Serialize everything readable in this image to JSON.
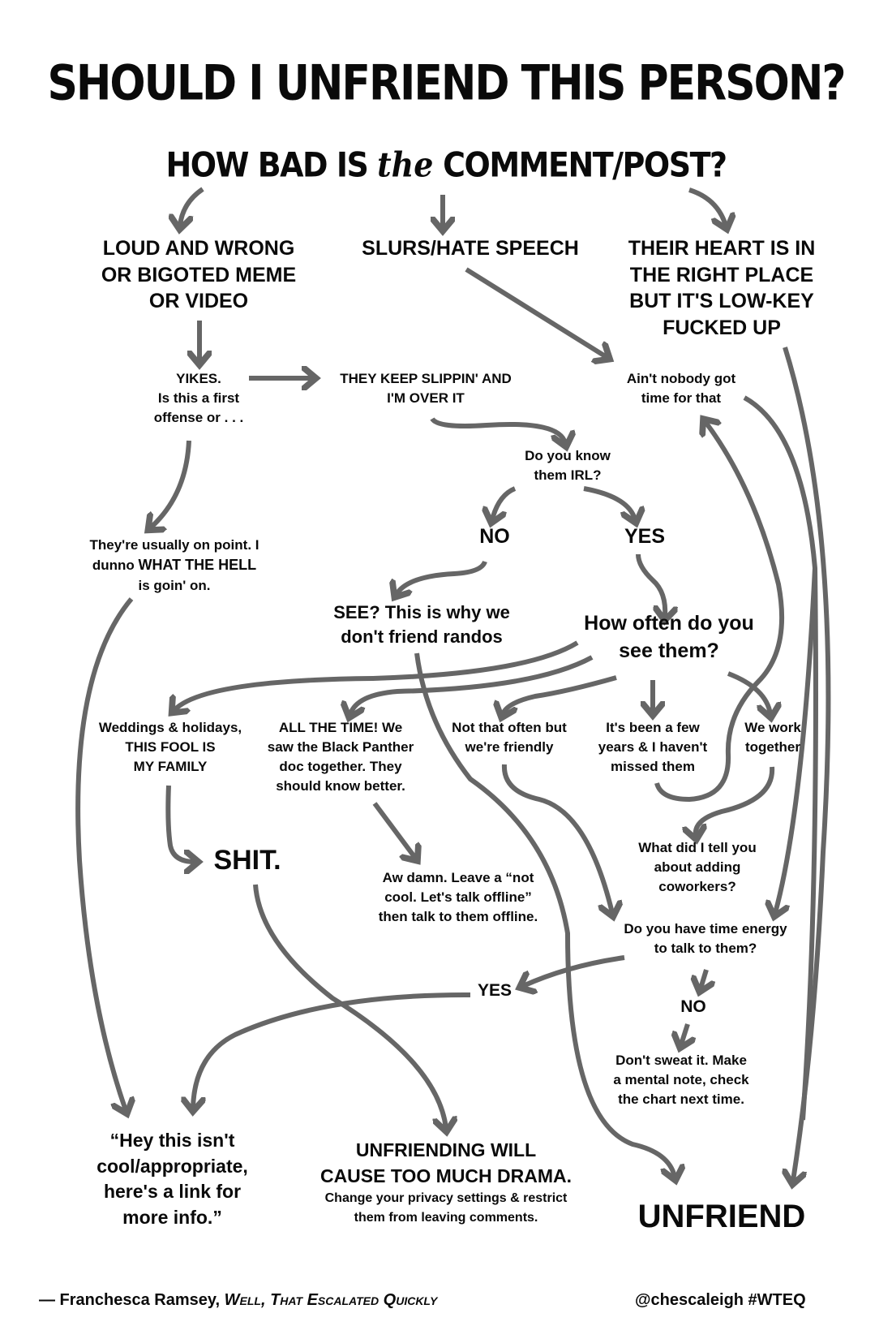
{
  "title": "SHOULD I UNFRIEND THIS PERSON?",
  "question": {
    "before": "HOW BAD IS ",
    "the": "the",
    "after": " COMMENT/POST?"
  },
  "colors": {
    "arrow": "#666666",
    "text": "#0a0a0a",
    "background": "#ffffff"
  },
  "nodes": {
    "loud_wrong": [
      "LOUD AND WRONG",
      "OR BIGOTED MEME",
      "OR VIDEO"
    ],
    "slurs": "SLURS/HATE SPEECH",
    "heart_right": [
      "THEIR HEART IS IN",
      "THE RIGHT PLACE",
      "BUT IT'S LOW-KEY",
      "FUCKED UP"
    ],
    "yikes": {
      "head": "YIKES.",
      "lines": [
        "Is this a first",
        "offense or . . ."
      ]
    },
    "keep_slippin": [
      "THEY KEEP SLIPPIN' AND",
      "I'M OVER IT"
    ],
    "aint_nobody": [
      "Ain't nobody got",
      "time for that"
    ],
    "know_irl": [
      "Do you know",
      "them IRL?"
    ],
    "no": "NO",
    "yes": "YES",
    "usually_on_point": {
      "line1": "They're usually on point. I",
      "line2_a": "dunno ",
      "line2_b": "WHAT THE HELL",
      "line3": "is goin' on."
    },
    "see_randos": [
      "SEE? This is why we",
      "don't friend randos"
    ],
    "how_often": [
      "How often do you",
      "see them?"
    ],
    "weddings": [
      "Weddings & holidays,",
      "THIS FOOL IS",
      "MY FAMILY"
    ],
    "all_the_time": {
      "head": "ALL THE TIME! We",
      "lines": [
        "saw the Black Panther",
        "doc together. They",
        "should know better."
      ]
    },
    "not_that_often": [
      "Not that often but",
      "we're friendly"
    ],
    "few_years": [
      "It's been a few",
      "years & I haven't",
      "missed them"
    ],
    "work_together": [
      "We work",
      "together"
    ],
    "shit": "SHIT.",
    "aw_damn": [
      "Aw damn. Leave a “not",
      "cool. Let's talk offline”",
      "then talk to them offline."
    ],
    "what_did_i_tell": [
      "What did I tell you",
      "about adding",
      "coworkers?"
    ],
    "time_energy": [
      "Do you have time energy",
      "to talk to them?"
    ],
    "yes2": "YES",
    "no2": "NO",
    "dont_sweat": [
      "Don't sweat it. Make",
      "a mental note, check",
      "the chart next time."
    ],
    "hey_this": [
      "“Hey this isn't",
      "cool/appropriate,",
      "here's a link for",
      "more info.”"
    ],
    "drama": {
      "head": [
        "UNFRIENDING WILL",
        "CAUSE TOO MUCH DRAMA."
      ],
      "sub": [
        "Change your privacy settings & restrict",
        "them from leaving comments."
      ]
    },
    "unfriend": "UNFRIEND"
  },
  "footer": {
    "attribution": "— Franchesca Ramsey,",
    "book": "Well, That Escalated Quickly",
    "handle": "@chescaleigh #WTEQ"
  }
}
